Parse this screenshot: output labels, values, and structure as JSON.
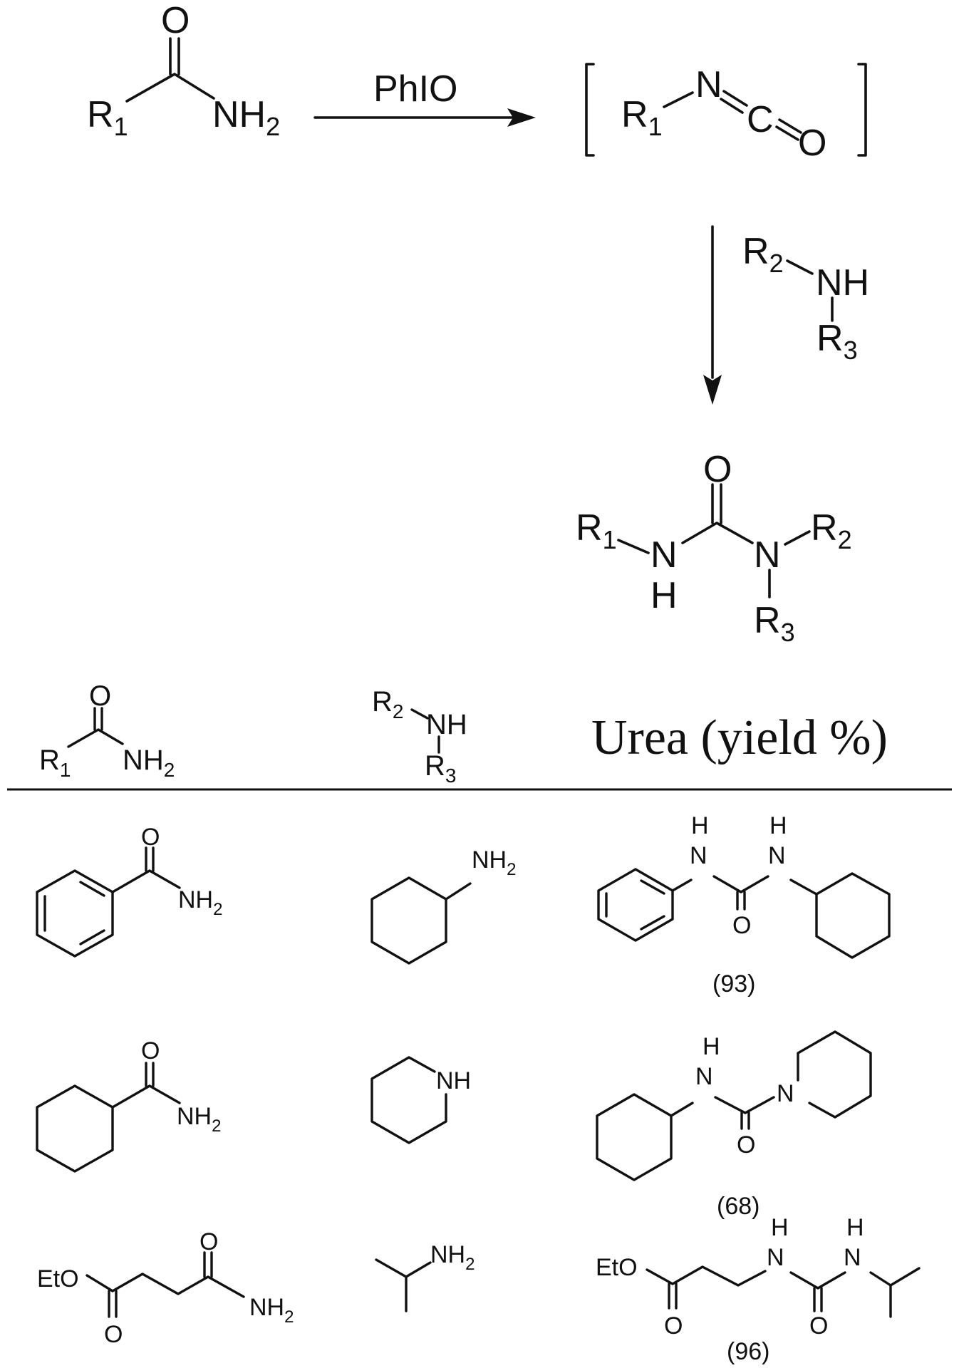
{
  "scheme": {
    "amide": {
      "r1": "R",
      "r1_sub": "1",
      "o": "O",
      "nh2": "NH",
      "nh2_sub": "2"
    },
    "reagent": "PhIO",
    "isocyanate": {
      "r1": "R",
      "r1_sub": "1",
      "n": "N",
      "c": "C",
      "o": "O"
    },
    "amine": {
      "r2": "R",
      "r2_sub": "2",
      "nh": "NH",
      "r3": "R",
      "r3_sub": "3"
    },
    "urea": {
      "r1": "R",
      "r1_sub": "1",
      "nh": "N",
      "h": "H",
      "o": "O",
      "n": "N",
      "r2": "R",
      "r2_sub": "2",
      "r3": "R",
      "r3_sub": "3"
    }
  },
  "table": {
    "header": {
      "amide": {
        "r1": "R",
        "r1_sub": "1",
        "o": "O",
        "nh2": "NH",
        "nh2_sub": "2"
      },
      "amine": {
        "r2": "R",
        "r2_sub": "2",
        "nh": "NH",
        "r3": "R",
        "r3_sub": "3"
      },
      "urea_title": "Urea (yield %)"
    },
    "rows": [
      {
        "amide": {
          "o": "O",
          "nh2": "NH",
          "nh2_sub": "2"
        },
        "amine": {
          "nh2": "NH",
          "nh2_sub": "2"
        },
        "urea": {
          "h1": "H",
          "n1": "N",
          "h2": "H",
          "n2": "N",
          "o": "O"
        },
        "yield": "(93)"
      },
      {
        "amide": {
          "o": "O",
          "nh2": "NH",
          "nh2_sub": "2"
        },
        "amine": {
          "nh": "NH"
        },
        "urea": {
          "h1": "H",
          "n1": "N",
          "n2": "N",
          "o": "O"
        },
        "yield": "(68)"
      },
      {
        "amide": {
          "eto": "EtO",
          "o1": "O",
          "o2": "O",
          "nh2": "NH",
          "nh2_sub": "2"
        },
        "amine": {
          "nh2": "NH",
          "nh2_sub": "2"
        },
        "urea": {
          "eto": "EtO",
          "o1": "O",
          "h1": "H",
          "n1": "N",
          "h2": "H",
          "n2": "N",
          "o2": "O"
        },
        "yield": "(96)"
      }
    ]
  }
}
